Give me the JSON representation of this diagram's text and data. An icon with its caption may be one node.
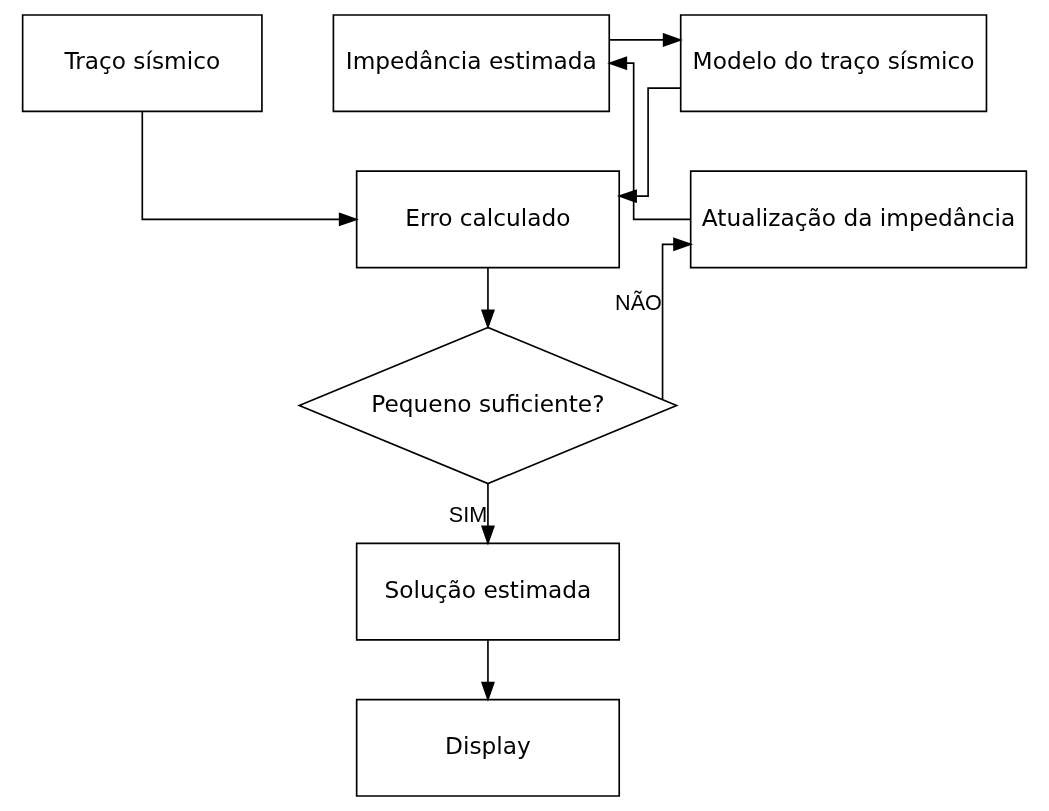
{
  "diagram": {
    "nodes": [
      {
        "text": [
          "Traço sísmico"
        ]
      },
      {
        "text": [
          "Modelo do traço sísmico"
        ]
      },
      {
        "text": [
          "Impedância estimada"
        ]
      },
      {
        "text": [
          "Erro calculado"
        ]
      },
      {
        "text": [
          "Atualização da impedância"
        ]
      },
      {
        "text": [
          "Pequeno suficiente?"
        ]
      },
      {
        "text": [
          "Solução estimada"
        ]
      },
      {
        "text": [
          "Display"
        ]
      }
    ],
    "edges": [
      {
        "from": 0,
        "to": 3,
        "arrow": "to"
      },
      {
        "from": 1,
        "to": 3,
        "arrow": "to"
      },
      {
        "from": 2,
        "to": 1,
        "arrow": "to"
      },
      {
        "from": 3,
        "to": 5,
        "arrow": "to"
      },
      {
        "from": 5,
        "to": 4,
        "arrow": "to",
        "label": "NÃO"
      },
      {
        "from": 4,
        "to": 2,
        "arrow": "to"
      },
      {
        "from": 5,
        "to": 6,
        "arrow": "to",
        "label": "SIM"
      },
      {
        "from": 6,
        "to": 7,
        "arrow": "to"
      }
    ]
  }
}
